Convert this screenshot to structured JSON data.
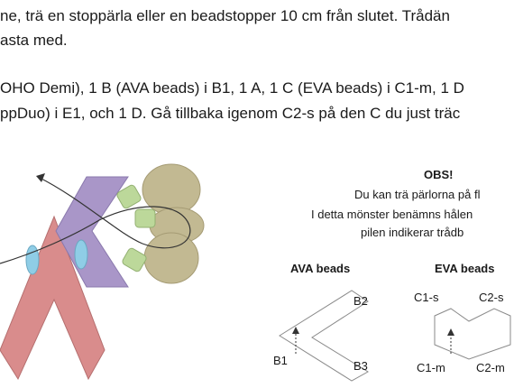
{
  "text": {
    "line1": "ne, trä en stoppärla eller en beadstopper 10 cm från slutet. Trådän",
    "line2": "asta med.",
    "line3": "OHO Demi), 1 B (AVA beads) i B1, 1 A, 1 C (EVA beads) i C1-m, 1 D",
    "line4": "ppDuo) i E1, och 1 D. Gå tillbaka igenom C2-s på den C du just träc"
  },
  "obs": {
    "title": "OBS!",
    "line1": "Du kan trä pärlorna på fl",
    "line2": "I detta mönster benämns hålen",
    "line3": "pilen indikerar trådb"
  },
  "ava": {
    "heading": "AVA beads",
    "b1": "B1",
    "b2": "B2",
    "b3": "B3"
  },
  "eva": {
    "heading": "EVA beads",
    "c1s": "C1-s",
    "c2s": "C2-s",
    "c1m": "C1-m",
    "c2m": "C2-m"
  },
  "colors": {
    "pink": "#d98c8c",
    "purple": "#a996c8",
    "green": "#bcd89a",
    "blue": "#8fcde6",
    "olive": "#c2b992",
    "outline": "#8a8a8a"
  }
}
